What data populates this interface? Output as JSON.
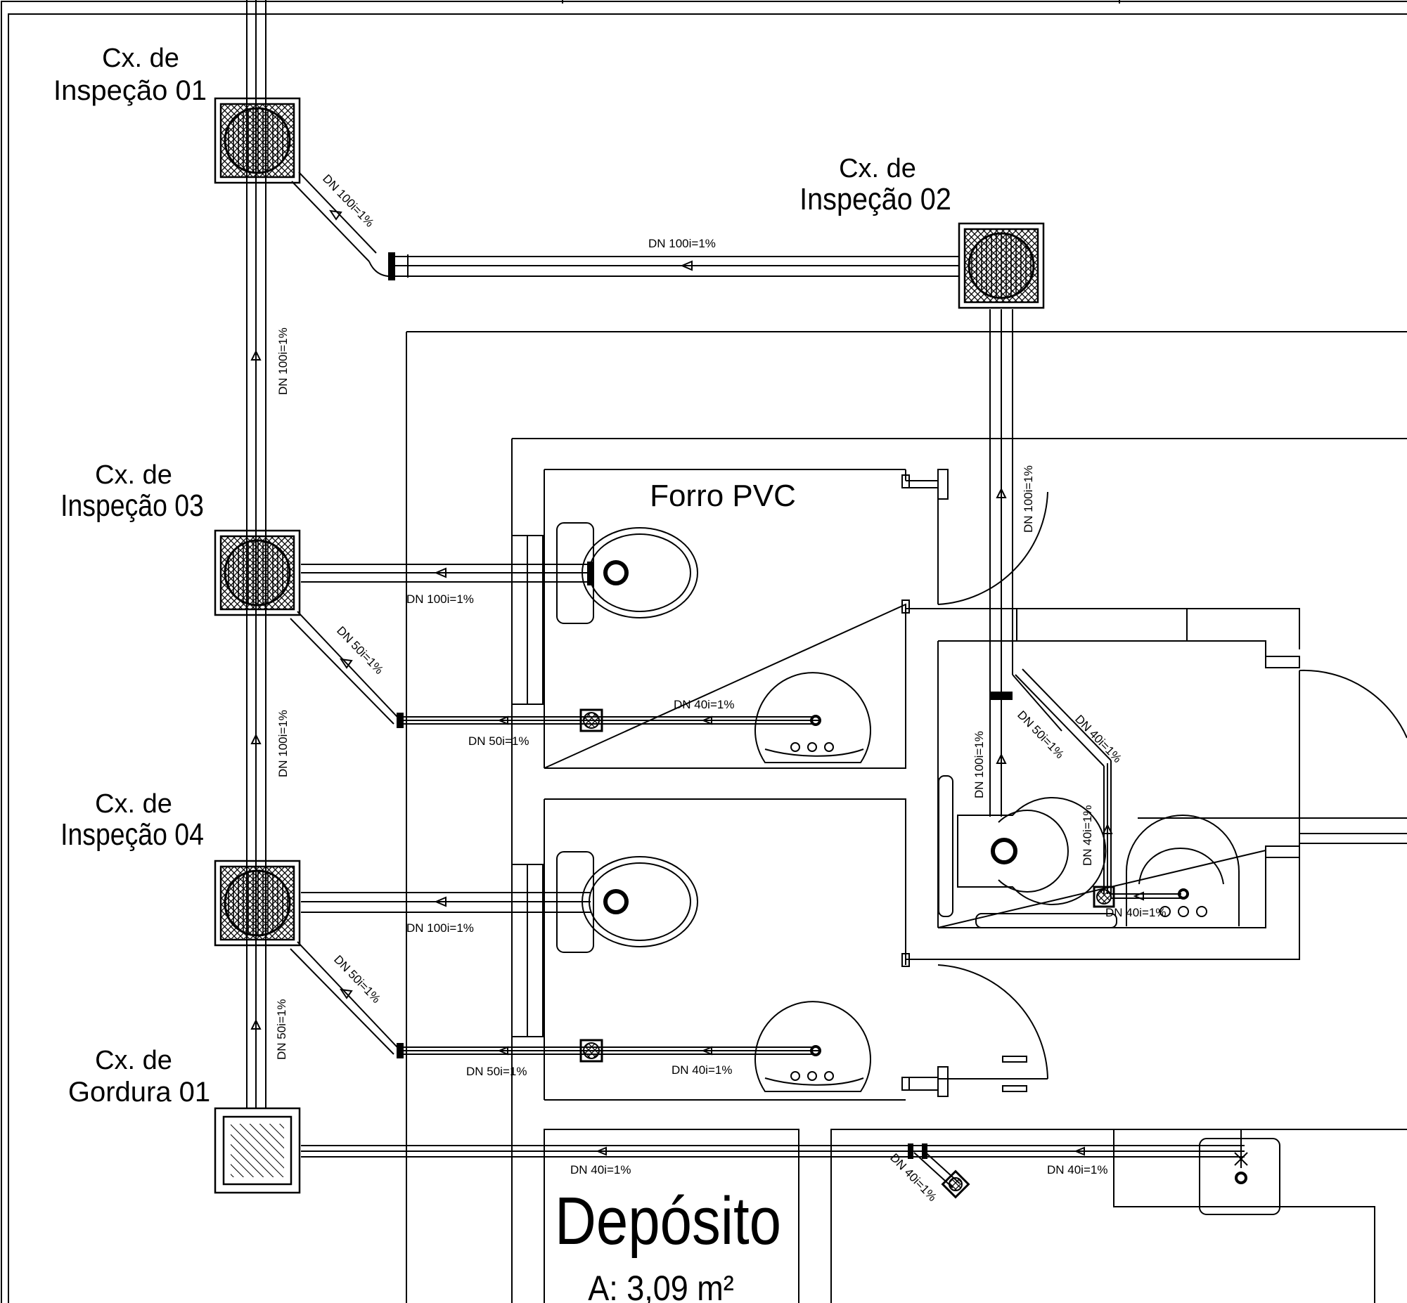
{
  "boxes": {
    "ci01": {
      "line1": "Cx. de",
      "line2": "Inspeção 01"
    },
    "ci02": {
      "line1": "Cx. de",
      "line2": "Inspeção 02"
    },
    "ci03": {
      "line1": "Cx. de",
      "line2": "Inspeção 03"
    },
    "ci04": {
      "line1": "Cx. de",
      "line2": "Inspeção 04"
    },
    "cg01": {
      "line1": "Cx. de",
      "line2": "Gordura 01"
    }
  },
  "rooms": {
    "forro": "Forro PVC",
    "deposito_name": "Depósito",
    "deposito_area": "A: 3,09 m²"
  },
  "pipe_labels": {
    "dn100_1": "DN 100i=1%",
    "dn50_1": "DN 50i=1%",
    "dn40_1": "DN 40i=1%",
    "dn40_slope": "DN 40i=1%",
    "dn100_slope": "DN 100i=1%",
    "dn50_slope": "DN 50i=1%"
  }
}
